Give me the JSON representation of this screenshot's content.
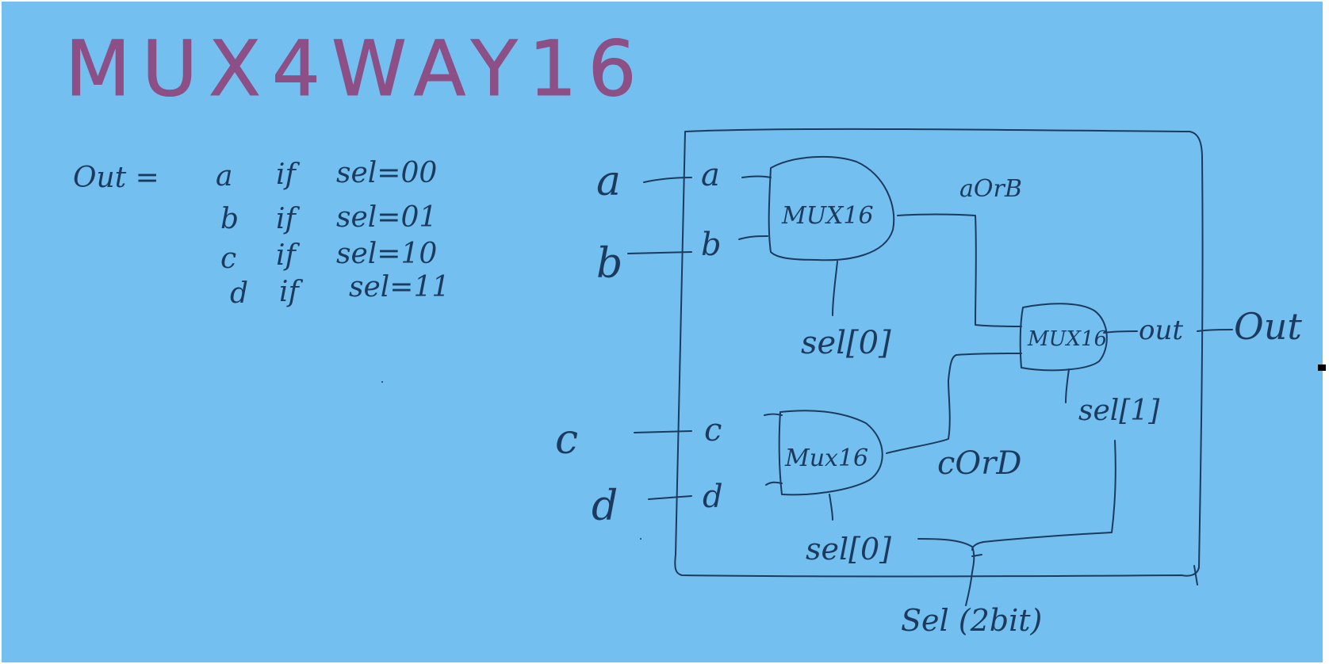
{
  "colors": {
    "background": "#73c0f0",
    "ink": "#1c3a5e",
    "title_ink": "#8c4f86",
    "frame_border": "#ffffff",
    "right_edge": "#ffffff"
  },
  "title": "MUX4WAY16",
  "truth_table": {
    "lhs": "Out =",
    "rows": [
      {
        "input": "a",
        "cond": "if",
        "sel": "sel=00"
      },
      {
        "input": "b",
        "cond": "if",
        "sel": "sel=01"
      },
      {
        "input": "c",
        "cond": "if",
        "sel": "sel=10"
      },
      {
        "input": "d",
        "cond": "if",
        "sel": "sel=11"
      }
    ]
  },
  "diagram": {
    "external_inputs": [
      "a",
      "b",
      "c",
      "d"
    ],
    "internal_pins": [
      "a",
      "b",
      "c",
      "d"
    ],
    "mux_top_label": "MUX16",
    "mux_bottom_label": "Mux16",
    "mux_final_label": "MUX16",
    "wire_top": "aOrB",
    "wire_bottom": "cOrD",
    "sel_top": "sel[0]",
    "sel_bottom": "sel[0]",
    "sel_final": "sel[1]",
    "out_internal": "out",
    "out_external": "Out",
    "sel_bus": "Sel (2bit)"
  }
}
